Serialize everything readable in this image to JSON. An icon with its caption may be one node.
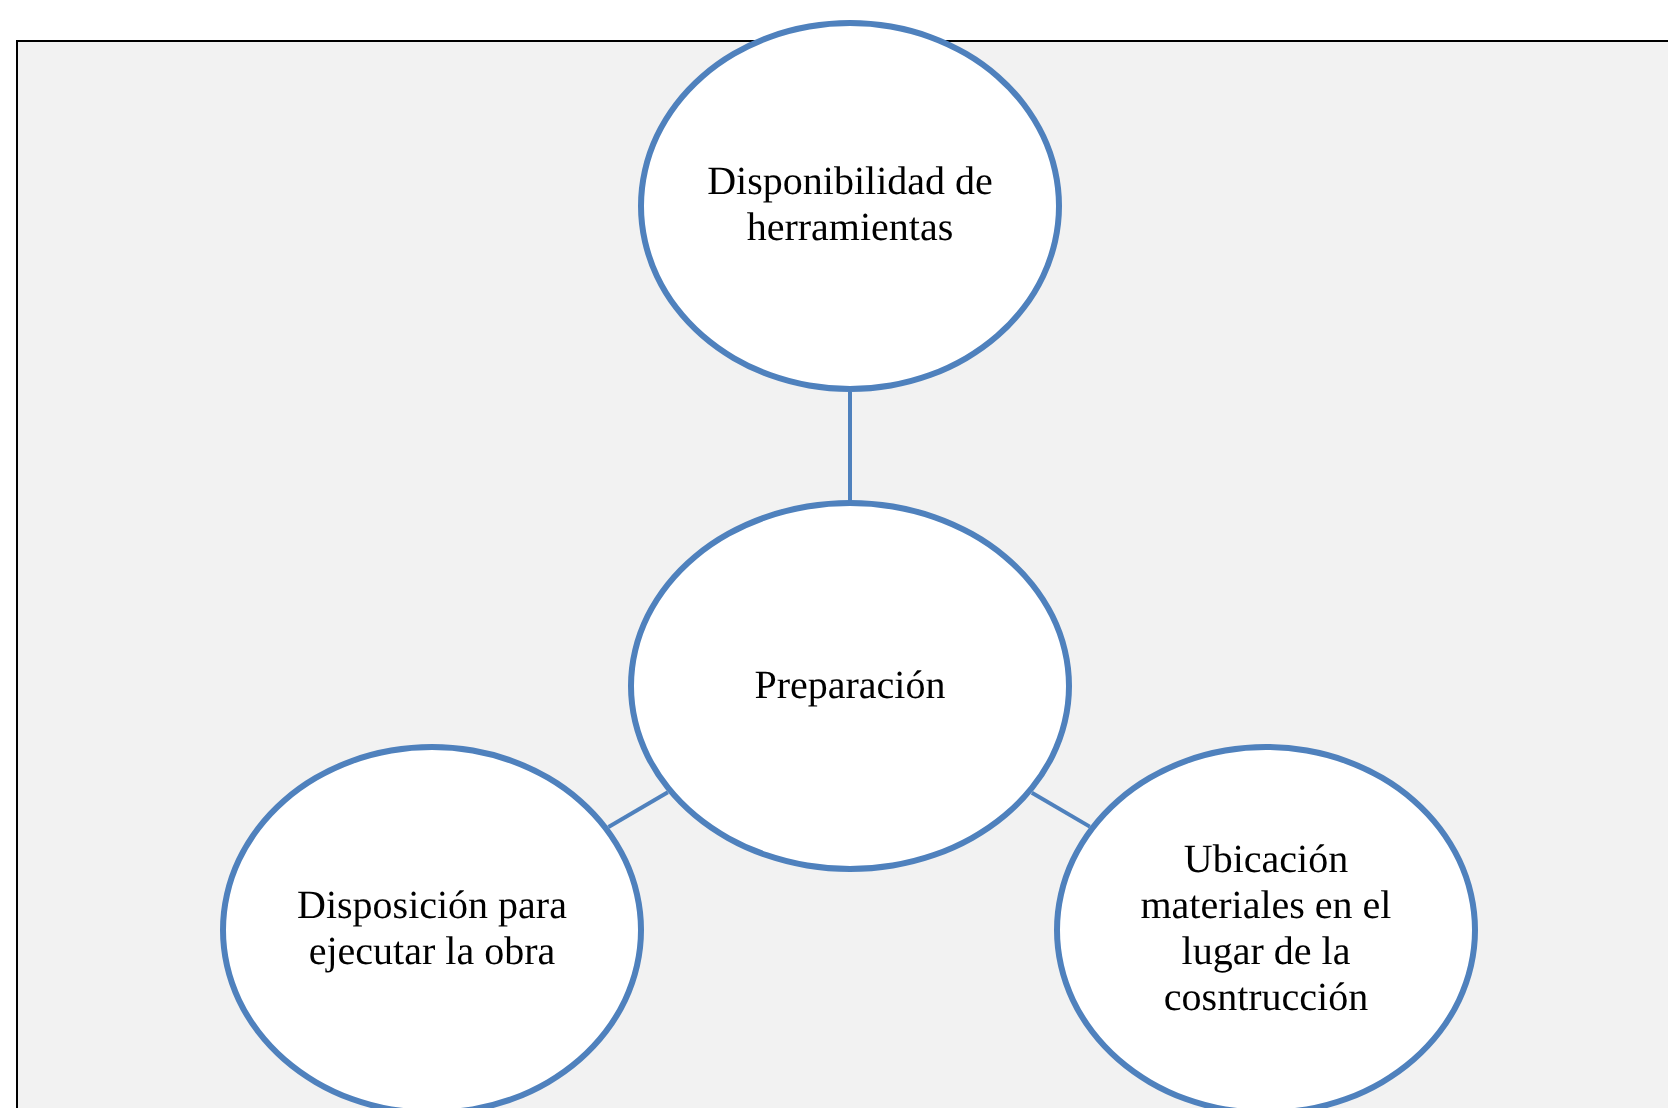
{
  "diagram": {
    "nodes": [
      {
        "text": [
          "Disponibilidad de herramientas"
        ]
      },
      {
        "text": [
          "Preparación"
        ]
      },
      {
        "text": [
          "Disposición para ejecutar la obra"
        ]
      },
      {
        "text": [
          "Ubicación materiales en el lugar de la cosntrucción"
        ]
      }
    ],
    "edges": [
      {
        "from": 1,
        "to": 0,
        "arrow": "none"
      },
      {
        "from": 1,
        "to": 2,
        "arrow": "none"
      },
      {
        "from": 1,
        "to": 3,
        "arrow": "none"
      }
    ]
  }
}
